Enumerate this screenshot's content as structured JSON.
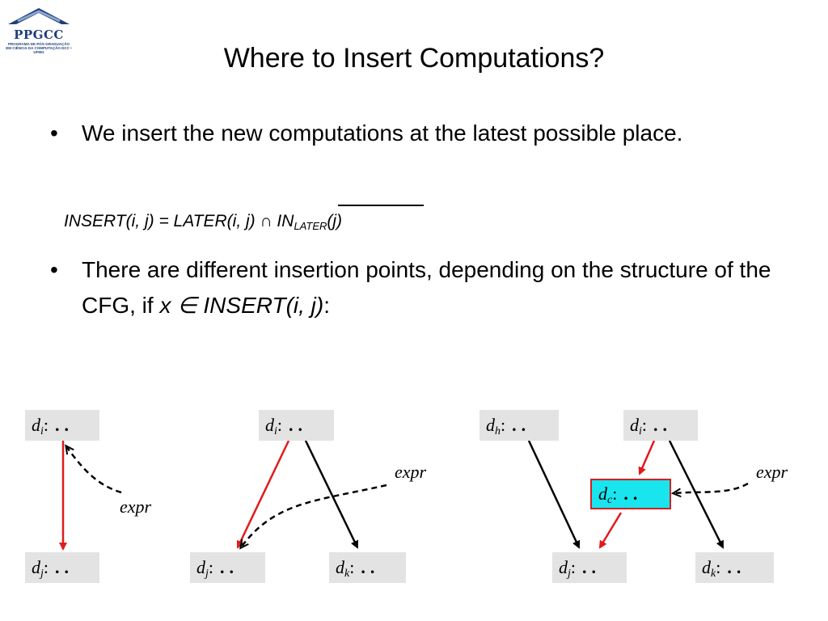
{
  "logo": {
    "name": "PPGCC",
    "subtitle": "PROGRAMA DE PÓS-GRADUAÇÃO EM CIÊNCIA DA COMPUTAÇÃO DCC • UFMG"
  },
  "title": "Where to Insert Computations?",
  "bullets": [
    {
      "marker": "•",
      "text": "We insert the new computations at the latest possible place."
    },
    {
      "marker": "•",
      "text_before": "There are different insertion points, depending on the structure of the CFG, if ",
      "text_italic": "x ∈ INSERT(i, j)",
      "text_after": ":"
    }
  ],
  "formula": {
    "lhs": "INSERT(i, j) = LATER(i, j) ∩ IN",
    "sub": "LATER",
    "rhs": "(j)"
  },
  "diagrams": {
    "d1": {
      "top": {
        "d": "d",
        "sub": "i",
        "dots": ".."
      },
      "bottom": {
        "d": "d",
        "sub": "j",
        "dots": ".."
      },
      "label": "expr"
    },
    "d2": {
      "top": {
        "d": "d",
        "sub": "i",
        "dots": ".."
      },
      "left": {
        "d": "d",
        "sub": "j",
        "dots": ".."
      },
      "right": {
        "d": "d",
        "sub": "k",
        "dots": ".."
      },
      "label": "expr"
    },
    "d3": {
      "h": {
        "d": "d",
        "sub": "h",
        "dots": ".."
      },
      "i": {
        "d": "d",
        "sub": "i",
        "dots": ".."
      },
      "c": {
        "d": "d",
        "sub": "c",
        "dots": ".."
      },
      "j": {
        "d": "d",
        "sub": "j",
        "dots": ".."
      },
      "k": {
        "d": "d",
        "sub": "k",
        "dots": ".."
      },
      "label": "expr"
    }
  },
  "colors": {
    "insert_edge": "#e01b1b",
    "normal_edge": "#000000",
    "node_bg": "#e3e3e3",
    "new_node_bg": "#19e5ef",
    "new_node_border": "#d81e1e"
  }
}
